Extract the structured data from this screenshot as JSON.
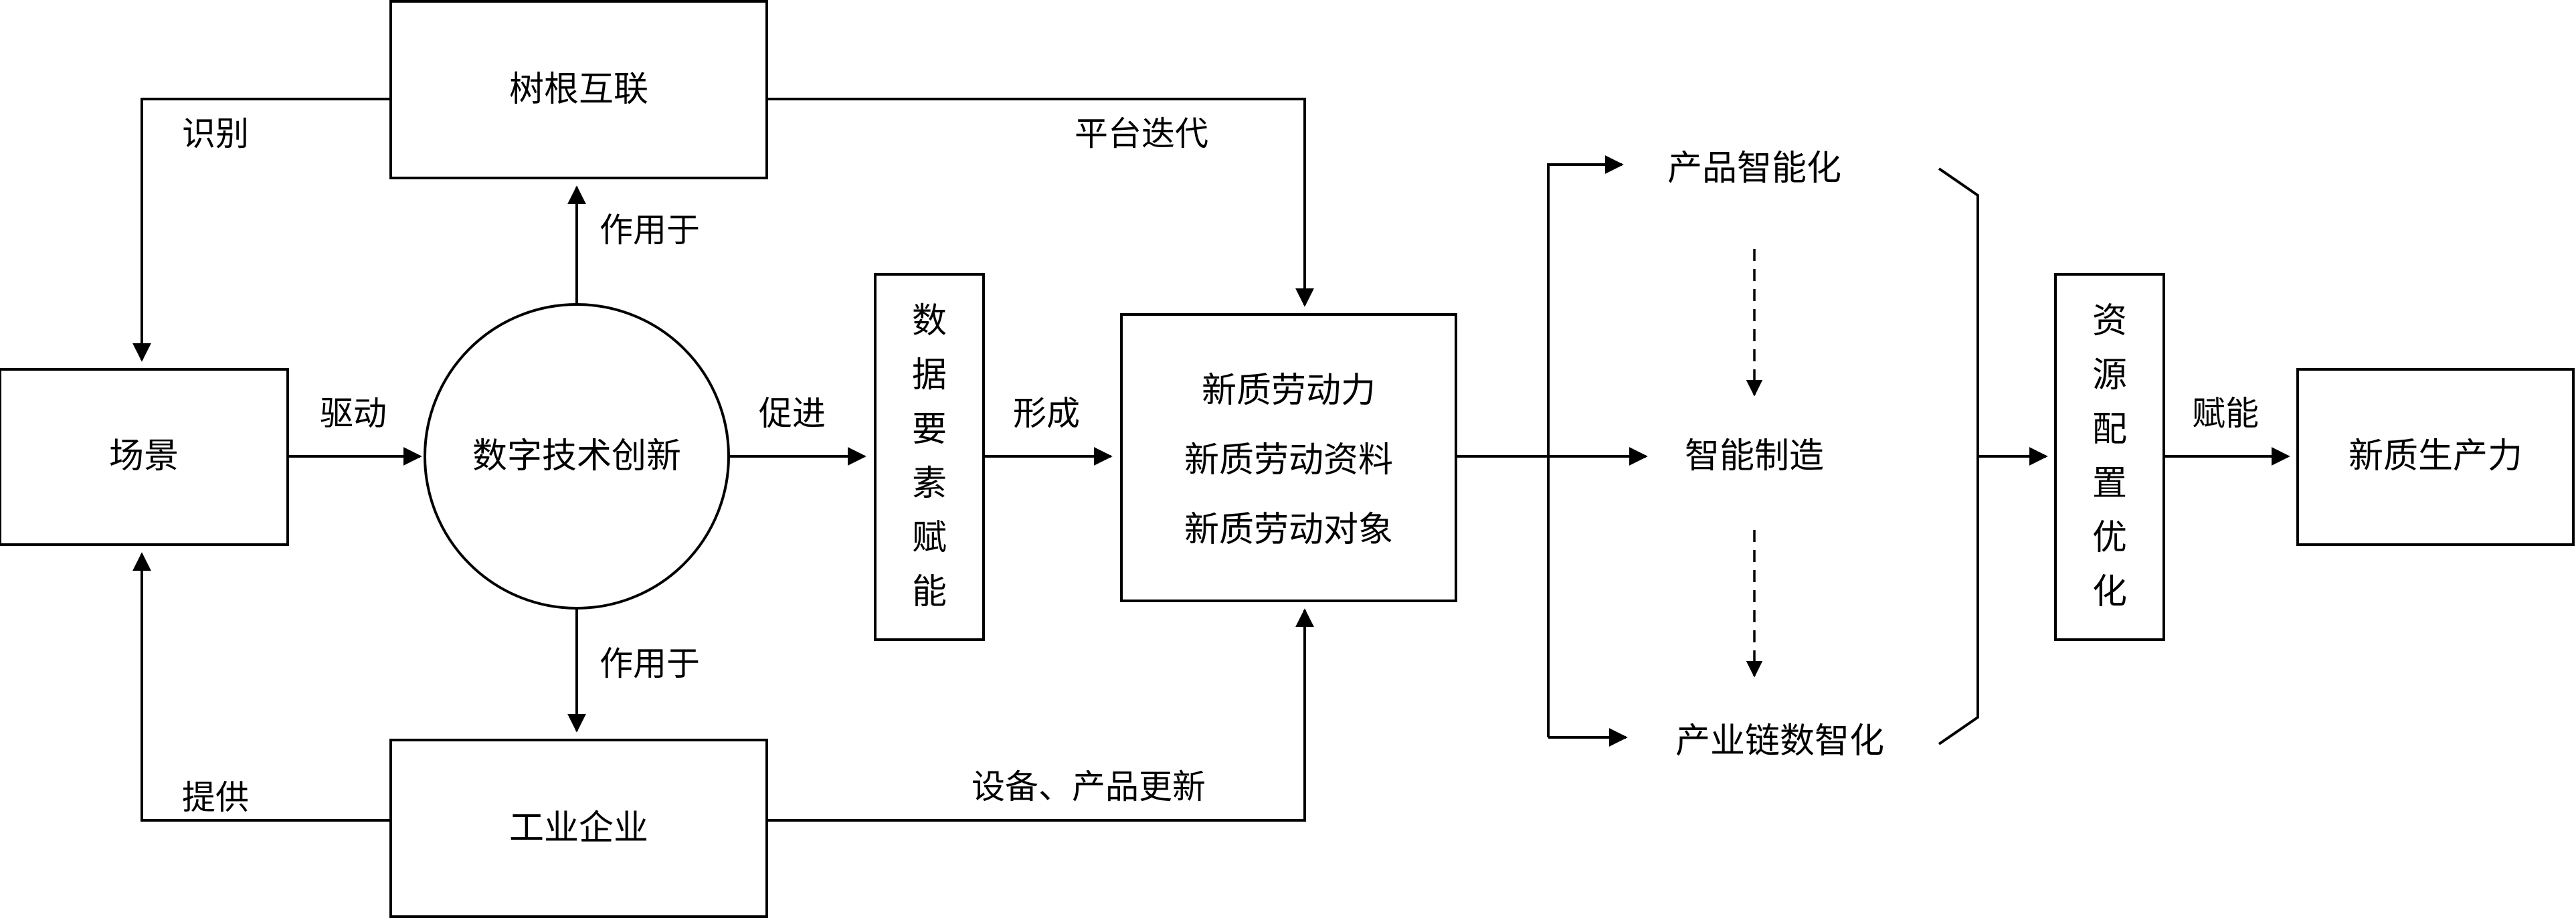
{
  "nodes": {
    "scene": "场景",
    "tree_root": "树根互联",
    "digital_innovation": "数字技术创新",
    "industrial_enterprise": "工业企业",
    "data_empowerment": [
      "数",
      "据",
      "要",
      "素",
      "赋",
      "能"
    ],
    "new_quality": [
      "新质劳动力",
      "新质劳动资料",
      "新质劳动对象"
    ],
    "product_intelligent": "产品智能化",
    "smart_manufacturing": "智能制造",
    "industry_chain_digital": "产业链数智化",
    "resource_allocation": [
      "资",
      "源",
      "配",
      "置",
      "优",
      "化"
    ],
    "new_productivity": "新质生产力"
  },
  "edges": {
    "identify": "识别",
    "drive": "驱动",
    "provide": "提供",
    "act_on_top": "作用于",
    "act_on_bottom": "作用于",
    "promote": "促进",
    "form": "形成",
    "platform_iteration": "平台迭代",
    "equipment_update": "设备、产品更新",
    "empower": "赋能"
  }
}
